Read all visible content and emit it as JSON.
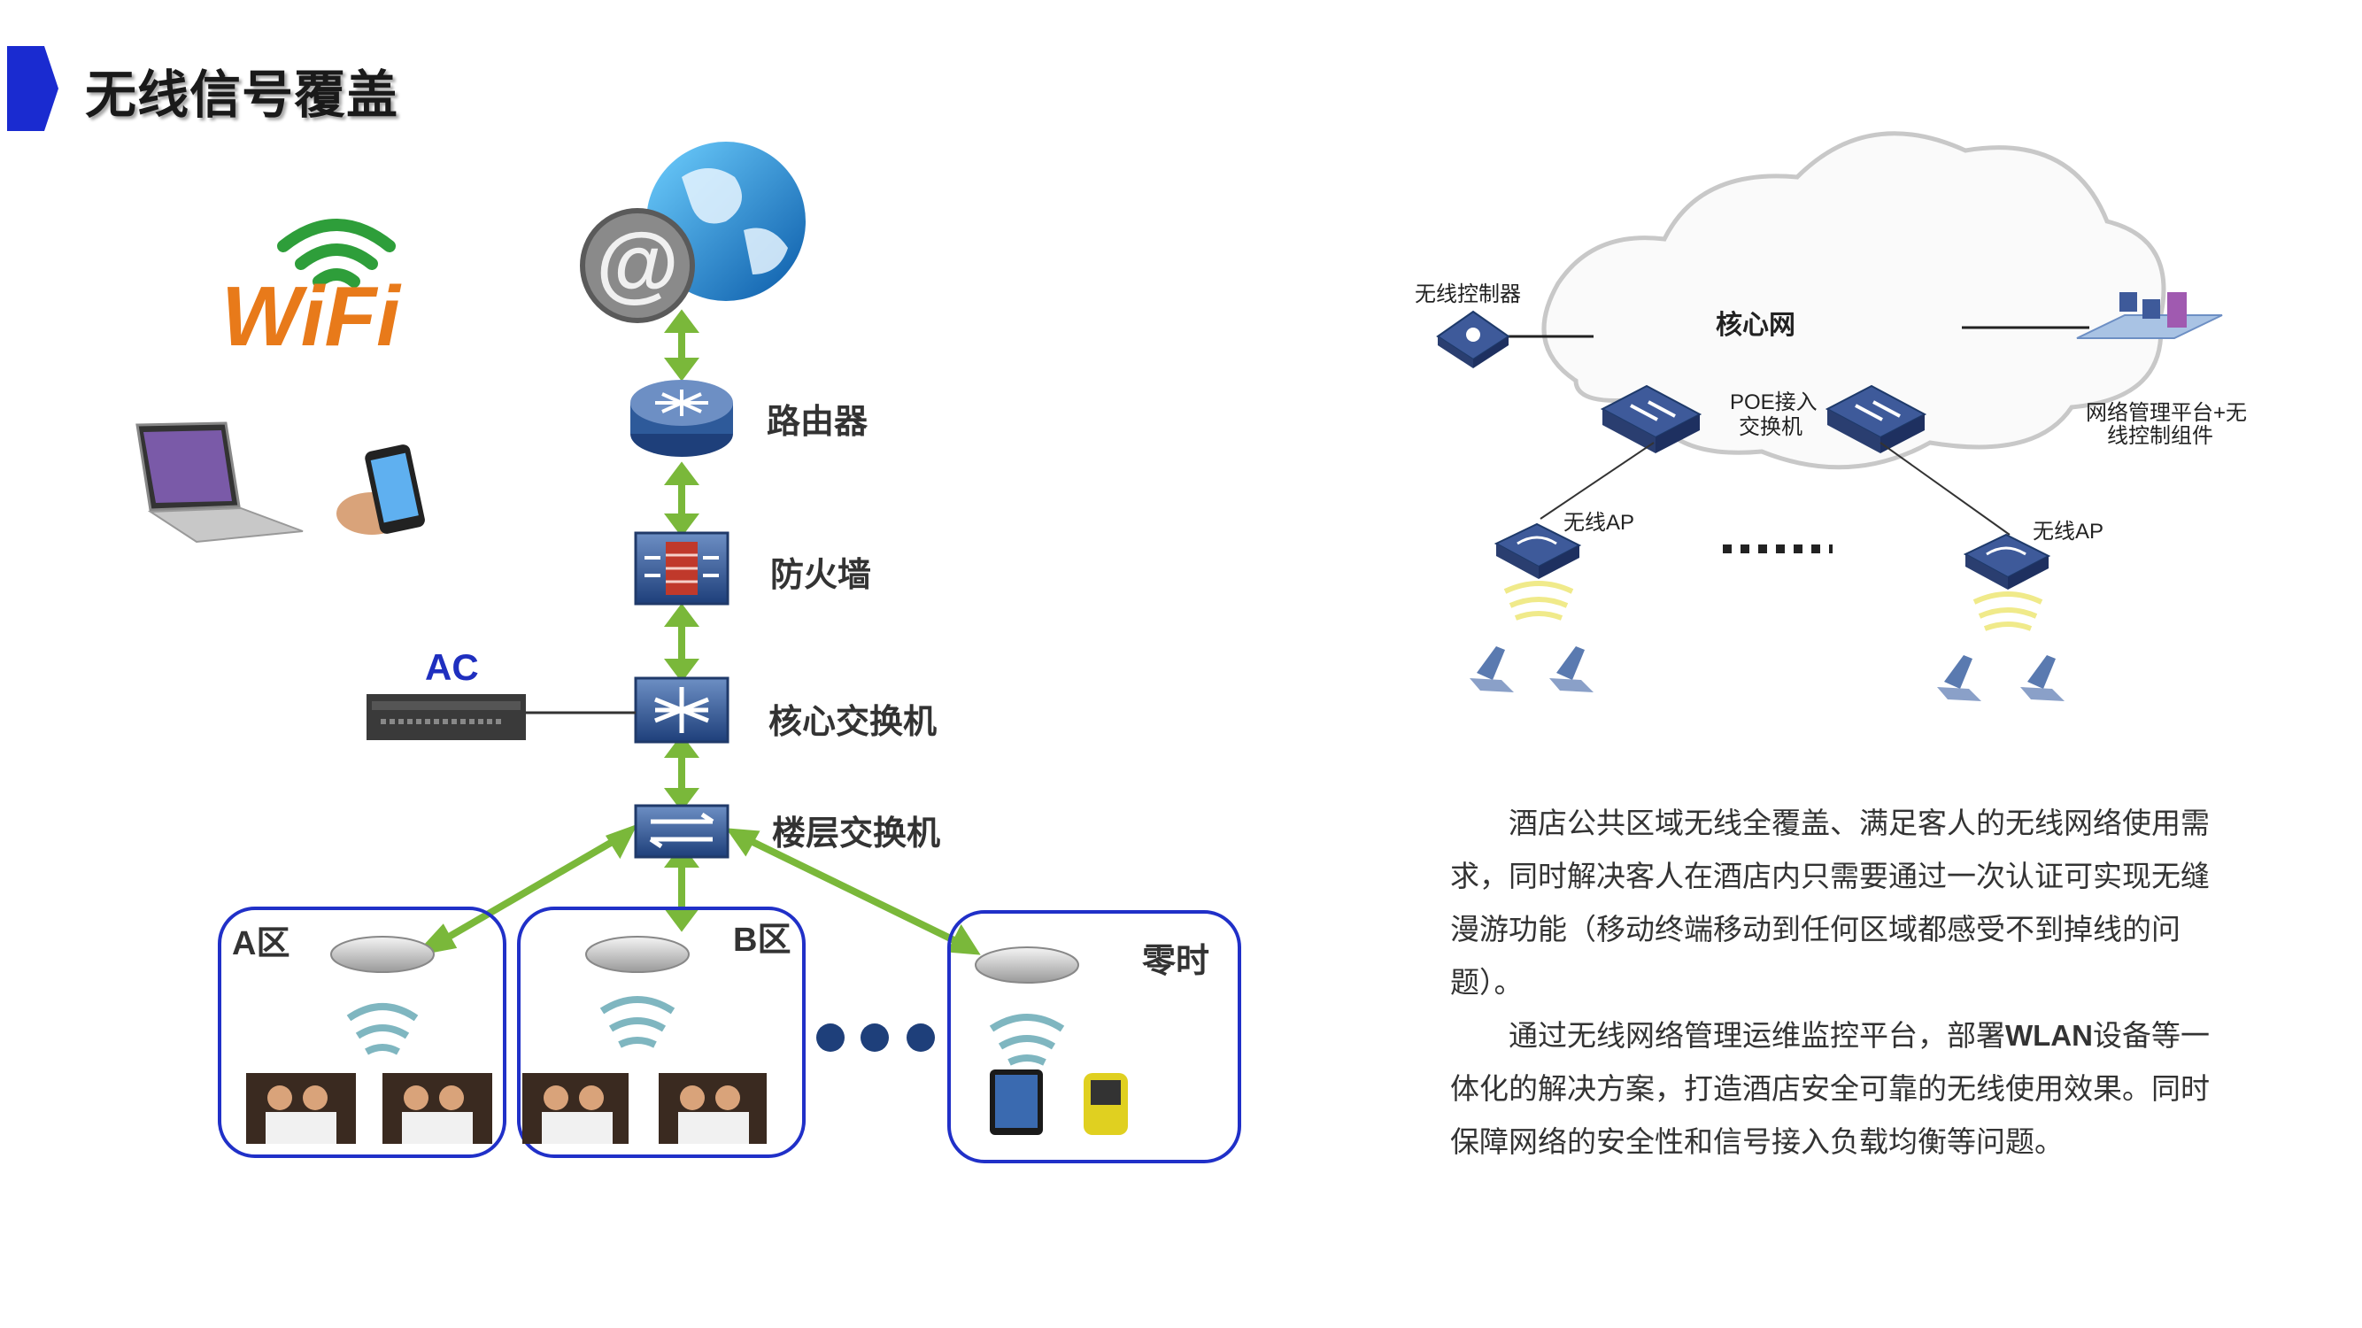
{
  "title": "无线信号覆盖",
  "left_diagram": {
    "logo_text": "WiFi",
    "ac_label": "AC",
    "nodes": [
      {
        "label": "路由器",
        "icon": "router-icon"
      },
      {
        "label": "防火墙",
        "icon": "firewall-icon"
      },
      {
        "label": "核心交换机",
        "icon": "core-switch-icon"
      },
      {
        "label": "楼层交换机",
        "icon": "floor-switch-icon"
      }
    ],
    "zones": [
      {
        "label": "A区"
      },
      {
        "label": "B区"
      },
      {
        "label": "零时"
      }
    ]
  },
  "right_diagram": {
    "cloud_label": "核心网",
    "controller_label": "无线控制器",
    "poe_label_line1": "POE接入",
    "poe_label_line2": "交换机",
    "mgmt_label_line1": "网络管理平台+无",
    "mgmt_label_line2": "线控制组件",
    "ap_left_label": "无线AP",
    "ap_right_label": "无线AP"
  },
  "description": {
    "para1": "酒店公共区域无线全覆盖、满足客人的无线网络使用需求，同时解决客人在酒店内只需要通过一次认证可实现无缝漫游功能（移动终端移动到任何区域都感受不到掉线的问题）。",
    "para2_before": "通过无线网络管理运维监控平台，部署",
    "para2_bold": "WLAN",
    "para2_after": "设备等一体化的解决方案，打造酒店安全可靠的无线使用效果。同时保障网络的安全性和信号接入负载均衡等问题。"
  },
  "colors": {
    "accent_blue": "#1a2bd0",
    "arrow_green": "#7ab83a",
    "zone_border": "#2030c8",
    "wifi_green": "#2e9e3a",
    "wifi_orange": "#e87a1a"
  }
}
